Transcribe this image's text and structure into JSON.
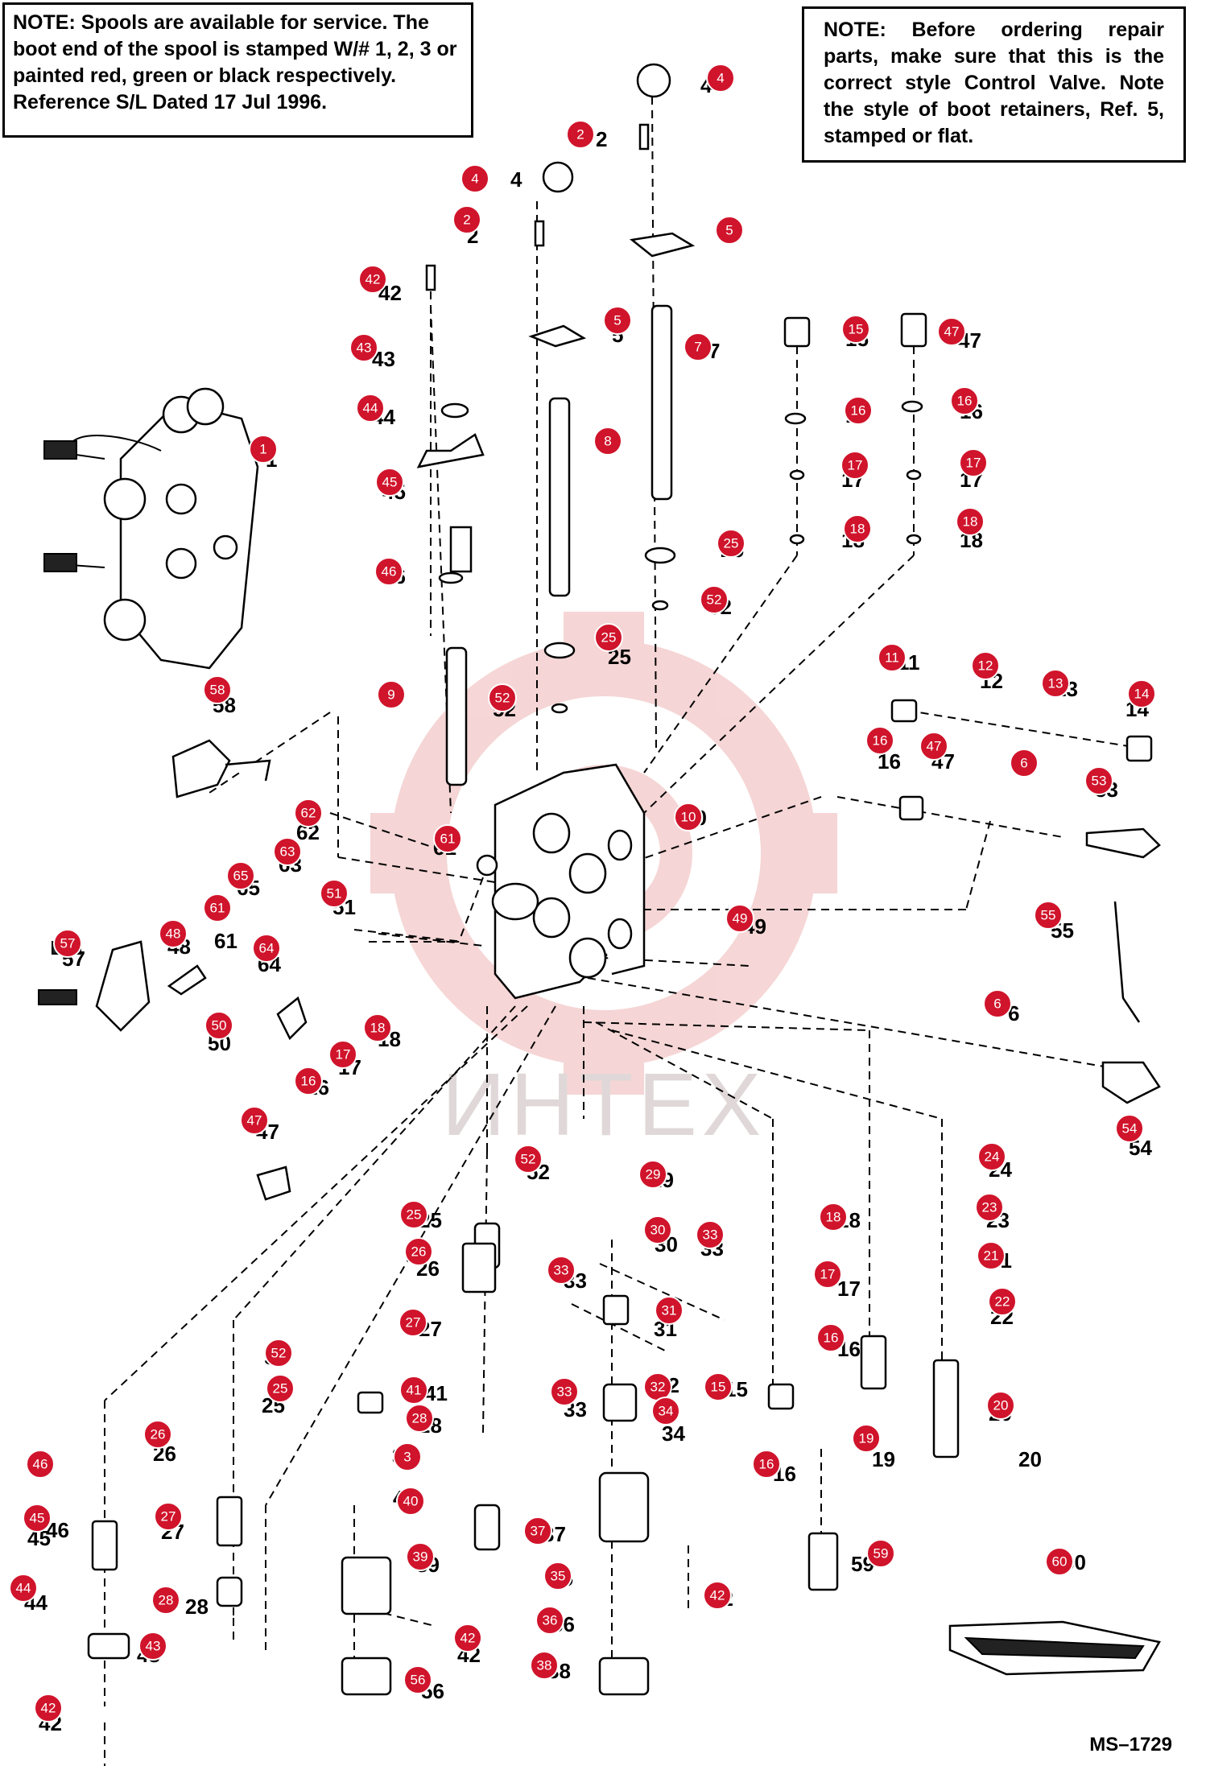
{
  "note_left": {
    "heading": "NOTE:",
    "text": "Spools are available for service. The boot end of the spool is stamped W/# 1, 2, 3 or painted red, green or black respectively. Reference S/L Dated 17 Jul 1996."
  },
  "note_right": {
    "heading": "NOTE:",
    "text": "Before ordering repair parts, make sure that this is the correct style Control Valve. Note the style of boot retainers, Ref. 5, stamped or flat."
  },
  "drawing_code": "MS–1729",
  "watermark": "ИНТЕХ",
  "colors": {
    "callout": "#d0142b",
    "watermark": "#f2c4c4",
    "line": "#000000"
  }
}
